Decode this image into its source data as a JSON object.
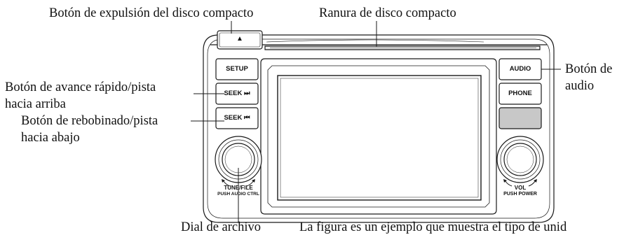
{
  "callouts": {
    "eject": "Botón de expulsión del disco compacto",
    "slot": "Ranura de disco compacto",
    "seek_up": [
      "Botón de avance rápido/pista",
      "hacia arriba"
    ],
    "seek_down": [
      "Botón de rebobinado/pista",
      "hacia abajo"
    ],
    "audio": [
      "Botón de",
      "audio"
    ],
    "file_dial": "Dial de archivo",
    "note": "La figura es un ejemplo que muestra el tipo de unid"
  },
  "unit": {
    "eject_symbol": "▲",
    "buttons": {
      "setup": "SETUP",
      "seek_up": "SEEK ⏭",
      "seek_down": "SEEK ⏮",
      "audio": "AUDIO",
      "phone": "PHONE"
    },
    "left_knob": {
      "line1": "TUNE/FILE",
      "line2": "PUSH AUDIO CTRL"
    },
    "right_knob": {
      "line1": "VOL",
      "line2": "PUSH POWER"
    }
  },
  "colors": {
    "line": "#1a1a1a",
    "blank_button": "#c8c8c8",
    "screen": "#ffffff"
  }
}
